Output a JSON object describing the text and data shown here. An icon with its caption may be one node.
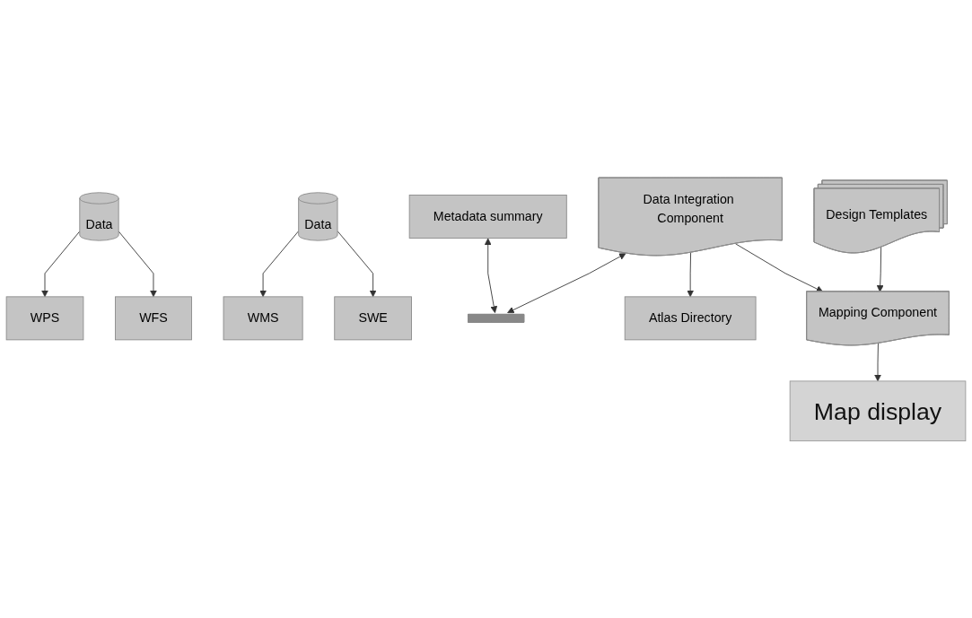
{
  "diagram": {
    "nodes": [
      {
        "text": [
          "Data"
        ]
      },
      {
        "text": [
          "Data"
        ]
      },
      {
        "text": [
          "WPS"
        ]
      },
      {
        "text": [
          "WFS"
        ]
      },
      {
        "text": [
          "WMS"
        ]
      },
      {
        "text": [
          "SWE"
        ]
      },
      {
        "text": [],
        "shape": "bar"
      },
      {
        "text": [
          "Metadata summary"
        ]
      },
      {
        "text": [
          "Atlas Directory"
        ]
      },
      {
        "text": [
          "Data Integration Component"
        ]
      },
      {
        "text": [
          "Mapping Component"
        ]
      },
      {
        "text": [
          "Design Templates"
        ]
      },
      {
        "text": [
          "Map display"
        ]
      }
    ],
    "edges": [
      {
        "from": 0,
        "to": 2,
        "arrow": "to"
      },
      {
        "from": 0,
        "to": 3,
        "arrow": "to"
      },
      {
        "from": 1,
        "to": 4,
        "arrow": "to"
      },
      {
        "from": 1,
        "to": 5,
        "arrow": "to"
      },
      {
        "from": 7,
        "to": 6,
        "arrow": "both"
      },
      {
        "from": 9,
        "to": 6,
        "arrow": "both"
      },
      {
        "from": 9,
        "to": 8,
        "arrow": "to"
      },
      {
        "from": 9,
        "to": 10,
        "arrow": "to"
      },
      {
        "from": 11,
        "to": 10,
        "arrow": "to"
      },
      {
        "from": 10,
        "to": 12,
        "arrow": "to"
      }
    ]
  }
}
